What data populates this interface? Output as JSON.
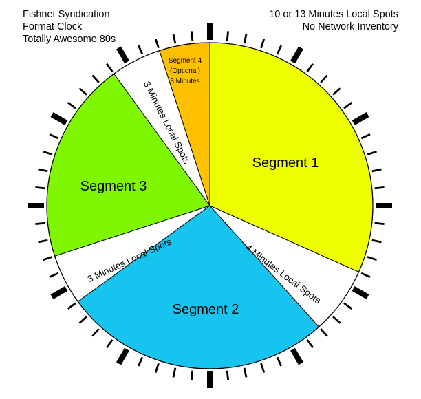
{
  "header_left": {
    "line1": "Fishnet Syndication",
    "line2": "Format Clock",
    "line3": "Totally Awesome 80s"
  },
  "header_right": {
    "line1": "10 or 13 Minutes Local Spots",
    "line2": "No Network Inventory"
  },
  "clock": {
    "total_minutes": 60,
    "segments": [
      {
        "id": "segment-1",
        "start_min": 0,
        "end_min": 19,
        "color": "#eeff00",
        "lines": [
          "Segment 1"
        ],
        "size": "large",
        "orient": "horizontal"
      },
      {
        "id": "local-spots-1",
        "start_min": 19,
        "end_min": 23,
        "color": "#ffffff",
        "lines": [
          "4 Minutes Local Spots"
        ],
        "size": "medium",
        "orient": "rotated"
      },
      {
        "id": "segment-2",
        "start_min": 23,
        "end_min": 39,
        "color": "#17c4f0",
        "lines": [
          "Segment 2"
        ],
        "size": "large",
        "orient": "horizontal"
      },
      {
        "id": "local-spots-2",
        "start_min": 39,
        "end_min": 42,
        "color": "#ffffff",
        "lines": [
          "3 Minutes Local Spots"
        ],
        "size": "medium",
        "orient": "rotated"
      },
      {
        "id": "segment-3",
        "start_min": 42,
        "end_min": 54,
        "color": "#7ef700",
        "lines": [
          "Segment 3"
        ],
        "size": "large",
        "orient": "horizontal"
      },
      {
        "id": "local-spots-3",
        "start_min": 54,
        "end_min": 57,
        "color": "#ffffff",
        "lines": [
          "3 Minutes Local Spots"
        ],
        "size": "medium",
        "orient": "rotated"
      },
      {
        "id": "segment-4",
        "start_min": 57,
        "end_min": 60,
        "color": "#ffc000",
        "lines": [
          "Segment 4",
          "(Optional)",
          "3 Minutes"
        ],
        "size": "small",
        "orient": "horizontal"
      }
    ]
  }
}
